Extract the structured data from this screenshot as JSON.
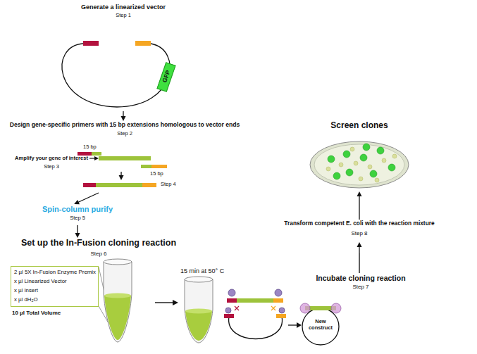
{
  "diagram": {
    "nodes": [
      {
        "text": [
          "Generate a linearized vector",
          "Step 1"
        ]
      },
      {
        "text": [
          "GFP"
        ],
        "in": 0
      },
      {
        "text": [
          "Design gene-specific primers with 15 bp extensions homologous to vector ends",
          "Step 2"
        ]
      },
      {
        "text": [
          "Amplify your gene of interest",
          "Step 3"
        ]
      },
      {
        "text": [
          "Step 4"
        ]
      },
      {
        "text": [
          "Spin-column purify",
          "Step 5"
        ]
      },
      {
        "text": [
          "Set up the In-Fusion cloning reaction",
          "Step 6"
        ]
      },
      {
        "text": [
          "2 µl 5X In-Fusion Enzyme Premix",
          "x µl Linearized Vector",
          "x µl Insert",
          "x µl dH₂O",
          "10 µl Total Volume"
        ]
      },
      {
        "text": [
          "Incubate cloning reaction",
          "Step 7"
        ]
      },
      {
        "text": [
          "Transform competent E. coli with the reaction mixture",
          "Step 8"
        ]
      },
      {
        "text": [
          "Screen clones"
        ]
      }
    ],
    "edges": [
      {
        "from": 0,
        "to": 2,
        "arrow": "to"
      },
      {
        "from": 3,
        "to": 4,
        "arrow": "to"
      },
      {
        "from": 4,
        "to": 5,
        "arrow": "to"
      },
      {
        "from": 5,
        "to": 6,
        "arrow": "to"
      },
      {
        "from": 8,
        "to": 9,
        "arrow": "to"
      },
      {
        "from": 9,
        "to": 10,
        "arrow": "to"
      }
    ],
    "labels": [
      "15 bp",
      "15 bp",
      "15 min at 50° C",
      "New construct"
    ]
  }
}
